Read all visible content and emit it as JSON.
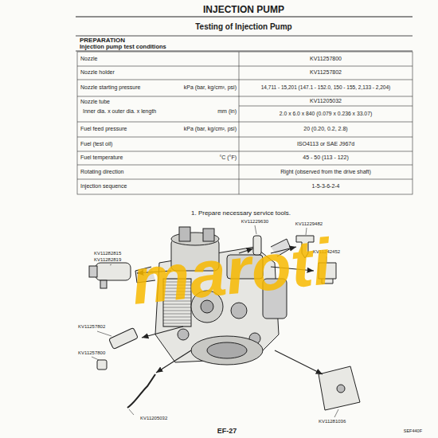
{
  "diagram": {
    "title": "Testing of Injection Pump",
    "labels": [
      "INJECTION PUMP",
      "PREPARATION",
      "Injection pump test conditions",
      "Nozzle",
      "KV11257800",
      "Nozzle holder",
      "KV11257802",
      "Nozzle starting pressure",
      "kPa (bar, kg/cm², psi)",
      "14,711 - 15,201 (147.1 - 152.0, 150 - 155, 2,133 - 2,204)",
      "Nozzle tube",
      "Inner dia. x outer dia. x length",
      "mm (in)",
      "KV11205032",
      "2.0 x 6.0 x 840 (0.079 x 0.236 x 33.07)",
      "Fuel feed pressure",
      "kPa (bar, kg/cm², psi)",
      "20 (0.20, 0.2, 2.8)",
      "Fuel (test oil)",
      "ISO4113 or SAE J967d",
      "Fuel temperature",
      "°C (°F)",
      "45 - 50 (113 - 122)",
      "Rotating direction",
      "Right (observed from the drive shaft)",
      "Injection sequence",
      "1-5-3-6-2-4",
      "1. Prepare necessary service tools.",
      "KV11229630",
      "KV11229482",
      "KV11282815",
      "KV11282819",
      "KV11242452",
      "KV11257802",
      "KV11257800",
      "KV11205032",
      "KV11281036",
      "SEF440F",
      "EF-27",
      "maroti"
    ]
  }
}
